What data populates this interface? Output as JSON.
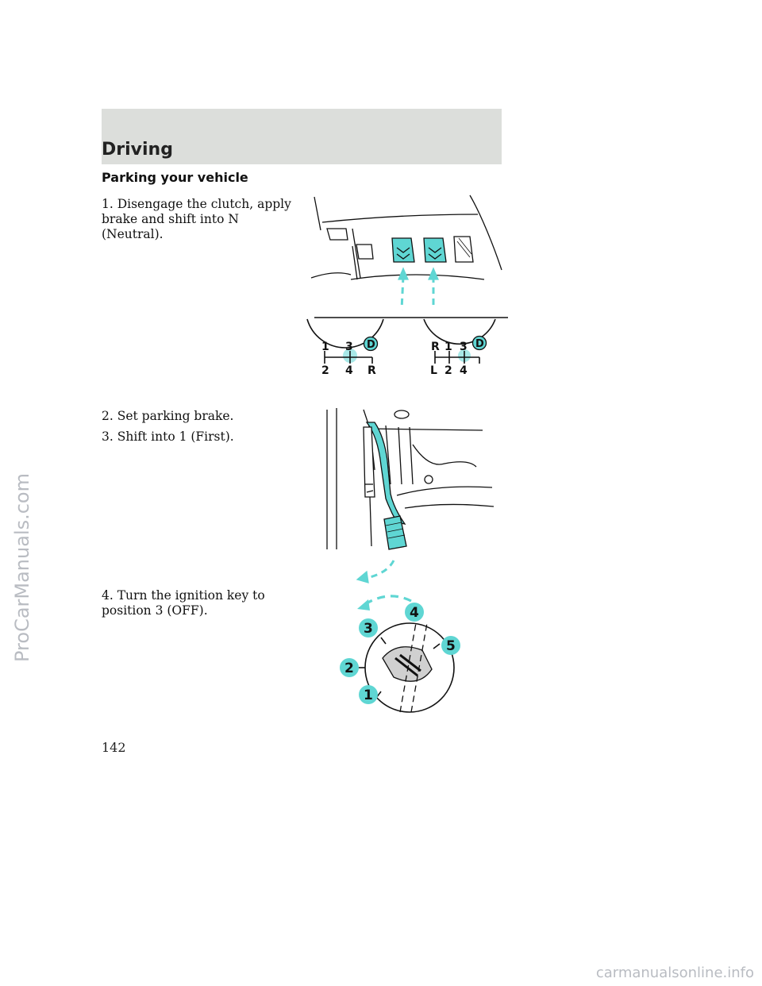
{
  "header": {
    "title": "Driving"
  },
  "section": {
    "heading": "Parking your vehicle"
  },
  "steps": [
    "1. Disengage the clutch, apply brake and shift into N (Neutral).",
    "2. Set parking brake.",
    "3. Shift into 1 (First).",
    "4. Turn the ignition key to position 3 (OFF)."
  ],
  "shift_patterns": {
    "left": {
      "top": [
        "1",
        "3"
      ],
      "bottom": [
        "2",
        "4",
        "R"
      ],
      "marker": "D"
    },
    "right": {
      "top": [
        "R",
        "1",
        "3"
      ],
      "bottom": [
        "L",
        "2",
        "4"
      ],
      "marker": "D"
    }
  },
  "ignition_positions": [
    "1",
    "2",
    "3",
    "4",
    "5"
  ],
  "footer": {
    "page_number": "142"
  },
  "watermarks": {
    "side": "ProCarManuals.com",
    "bottom": "carmanualsonline.info"
  },
  "colors": {
    "accent": "#5fd6d3",
    "header_bg": "#dcdedb",
    "watermark": "#b9bcc2"
  }
}
